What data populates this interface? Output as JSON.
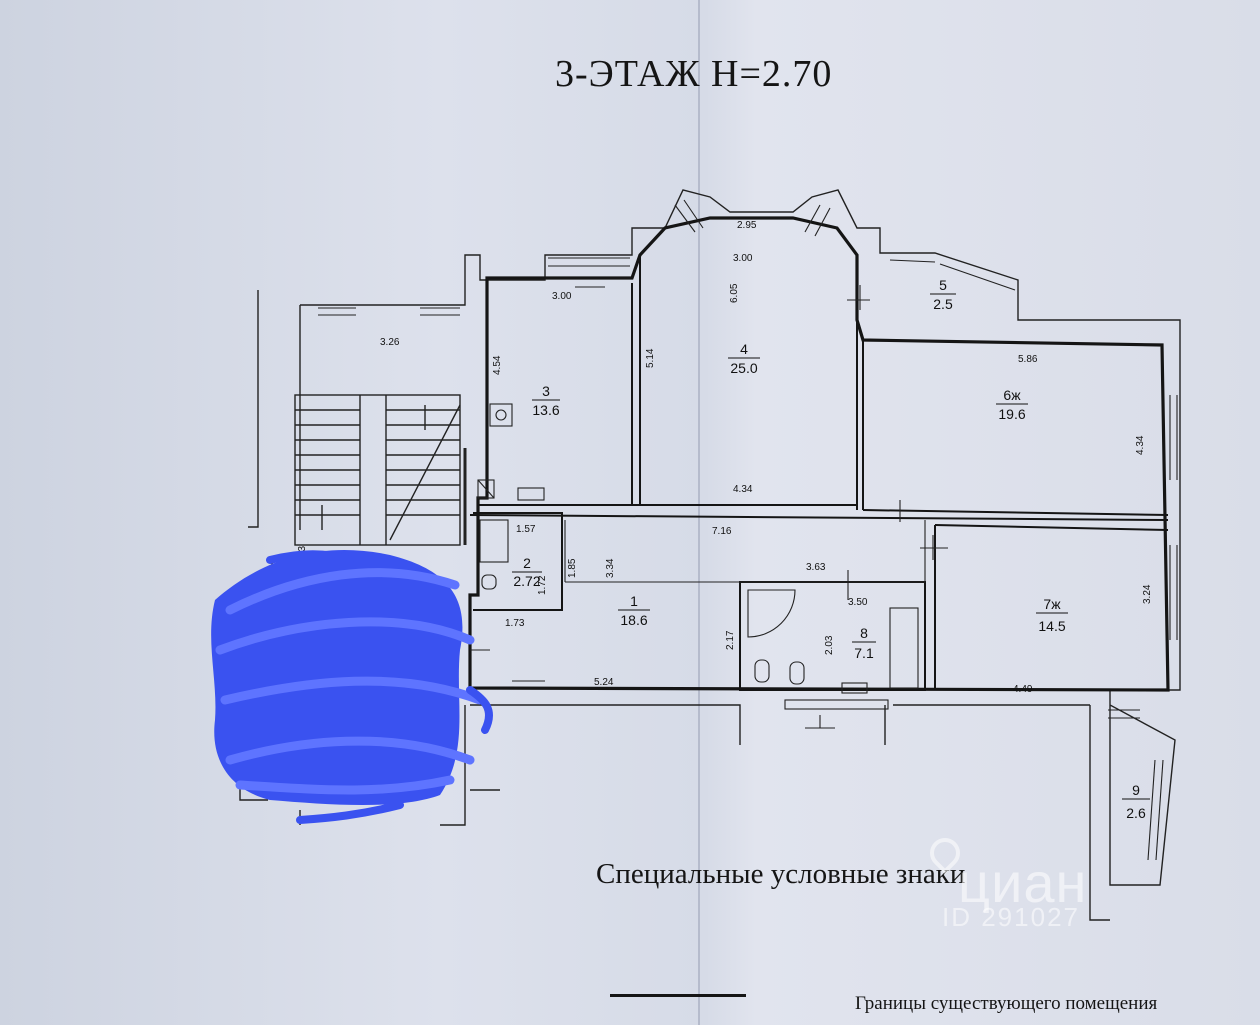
{
  "plan": {
    "title": "3-ЭТАЖ  Н=2.70",
    "rooms": [
      {
        "id": "room-3",
        "number": "3",
        "area": "13.6"
      },
      {
        "id": "room-4",
        "number": "4",
        "area": "25.0"
      },
      {
        "id": "room-5",
        "number": "5",
        "area": "2.5"
      },
      {
        "id": "room-6",
        "number": "6ж",
        "area": "19.6"
      },
      {
        "id": "room-2",
        "number": "2",
        "area": "2.72"
      },
      {
        "id": "room-1",
        "number": "1",
        "area": "18.6"
      },
      {
        "id": "room-8",
        "number": "8",
        "area": "7.1"
      },
      {
        "id": "room-7",
        "number": "7ж",
        "area": "14.5"
      },
      {
        "id": "room-9",
        "number": "9",
        "area": "2.6"
      }
    ],
    "dimensions": {
      "d_326": "3.26",
      "d_300a": "3.00",
      "d_454": "4.54",
      "d_295": "2.95",
      "d_300b": "3.00",
      "d_605": "6.05",
      "d_514": "5.14",
      "d_434a": "4.34",
      "d_586": "5.86",
      "d_434b": "4.34",
      "d_157": "1.57",
      "d_185": "1.85",
      "d_172": "1.72",
      "d_334": "3.34",
      "d_716": "7.16",
      "d_363": "3.63",
      "d_350": "3.50",
      "d_217": "2.17",
      "d_203": "2.03",
      "d_173": "1.73",
      "d_524": "5.24",
      "d_324": "3.24",
      "d_449": "4.49",
      "d_53": "53"
    }
  },
  "legend": {
    "title": "Специальные условные знаки",
    "boundary_label": "Границы существующего помещения"
  },
  "watermark": {
    "brand": "циан",
    "id": "ID 291027"
  },
  "colors": {
    "paper": "#dde1ec",
    "ink": "#111111",
    "redaction": "#3a52f0"
  }
}
